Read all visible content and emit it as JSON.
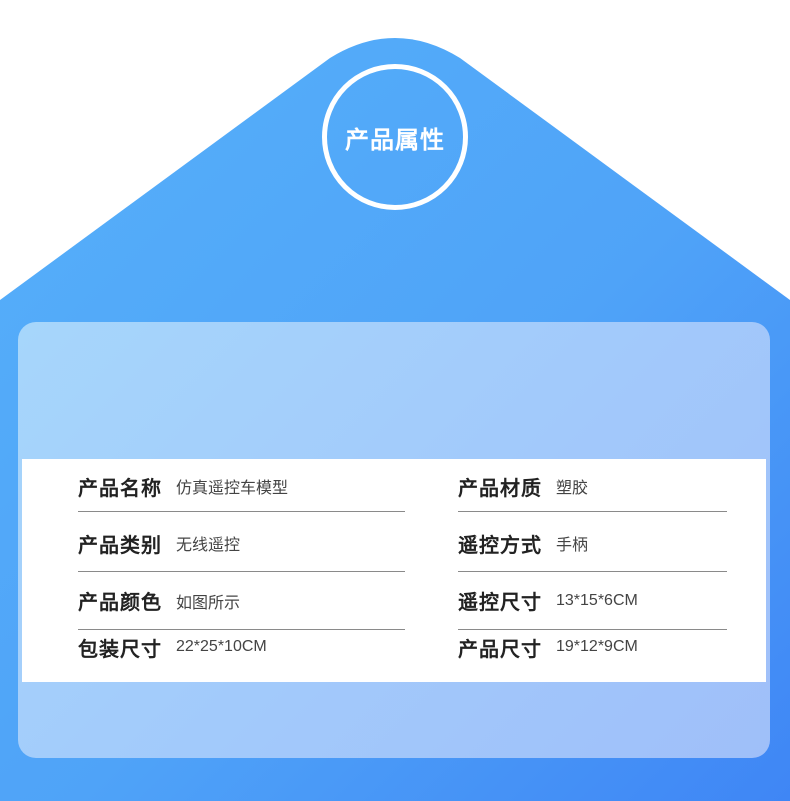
{
  "colors": {
    "primary_blue": "#4f9ff7",
    "deep_blue": "#3f86f5",
    "card_light": "#a6d6fb",
    "label_text": "#222222",
    "value_text": "#444444"
  },
  "section": {
    "title": "产品属性"
  },
  "attributes": {
    "left": [
      {
        "label": "产品名称",
        "value": "仿真遥控车模型"
      },
      {
        "label": "产品类别",
        "value": "无线遥控"
      },
      {
        "label": "产品颜色",
        "value": "如图所示"
      },
      {
        "label": "包装尺寸",
        "value": "22*25*10CM"
      }
    ],
    "right": [
      {
        "label": "产品材质",
        "value": "塑胶"
      },
      {
        "label": "遥控方式",
        "value": "手柄"
      },
      {
        "label": "遥控尺寸",
        "value": "13*15*6CM"
      },
      {
        "label": "产品尺寸",
        "value": "19*12*9CM"
      }
    ]
  }
}
